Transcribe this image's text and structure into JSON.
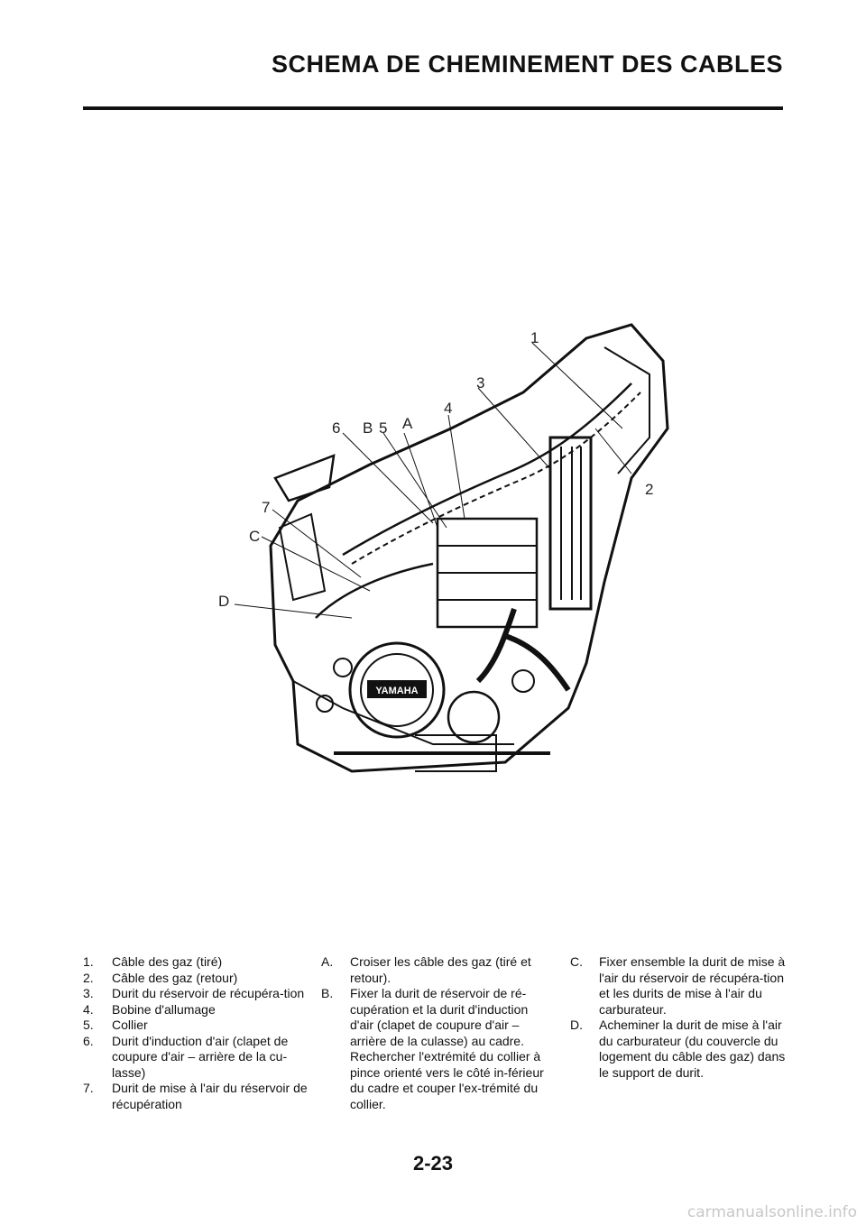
{
  "header": {
    "title": "SCHEMA DE CHEMINEMENT DES CABLES"
  },
  "figure": {
    "logo": "YAMAHA",
    "callouts": [
      "1",
      "2",
      "3",
      "4",
      "5",
      "6",
      "7",
      "A",
      "B",
      "C",
      "D"
    ]
  },
  "legend": {
    "numbered": [
      {
        "num": "1.",
        "text": "Câble des gaz (tiré)"
      },
      {
        "num": "2.",
        "text": "Câble des gaz (retour)"
      },
      {
        "num": "3.",
        "text": "Durit du réservoir de récupéra-tion"
      },
      {
        "num": "4.",
        "text": "Bobine d'allumage"
      },
      {
        "num": "5.",
        "text": "Collier"
      },
      {
        "num": "6.",
        "text": "Durit d'induction d'air (clapet de coupure d'air – arrière de la cu-lasse)"
      },
      {
        "num": "7.",
        "text": "Durit de mise à l'air du réservoir de récupération"
      }
    ],
    "lettered_ab": [
      {
        "num": "A.",
        "text": "Croiser les câble des gaz (tiré et retour)."
      },
      {
        "num": "B.",
        "text": "Fixer la durit de réservoir de ré-cupération et la durit d'induction d'air (clapet de coupure d'air – arrière de la culasse) au cadre. Rechercher l'extrémité du collier à pince orienté vers le côté in-férieur du cadre et couper l'ex-trémité du collier."
      }
    ],
    "lettered_cd": [
      {
        "num": "C.",
        "text": "Fixer ensemble la durit de mise à l'air du réservoir de récupéra-tion et les durits de mise à l'air du carburateur."
      },
      {
        "num": "D.",
        "text": "Acheminer la durit de mise à l'air du carburateur (du couvercle du logement du câble des gaz) dans le support de durit."
      }
    ]
  },
  "footer": {
    "page_number": "2-23",
    "watermark": "carmanualsonline.info"
  }
}
